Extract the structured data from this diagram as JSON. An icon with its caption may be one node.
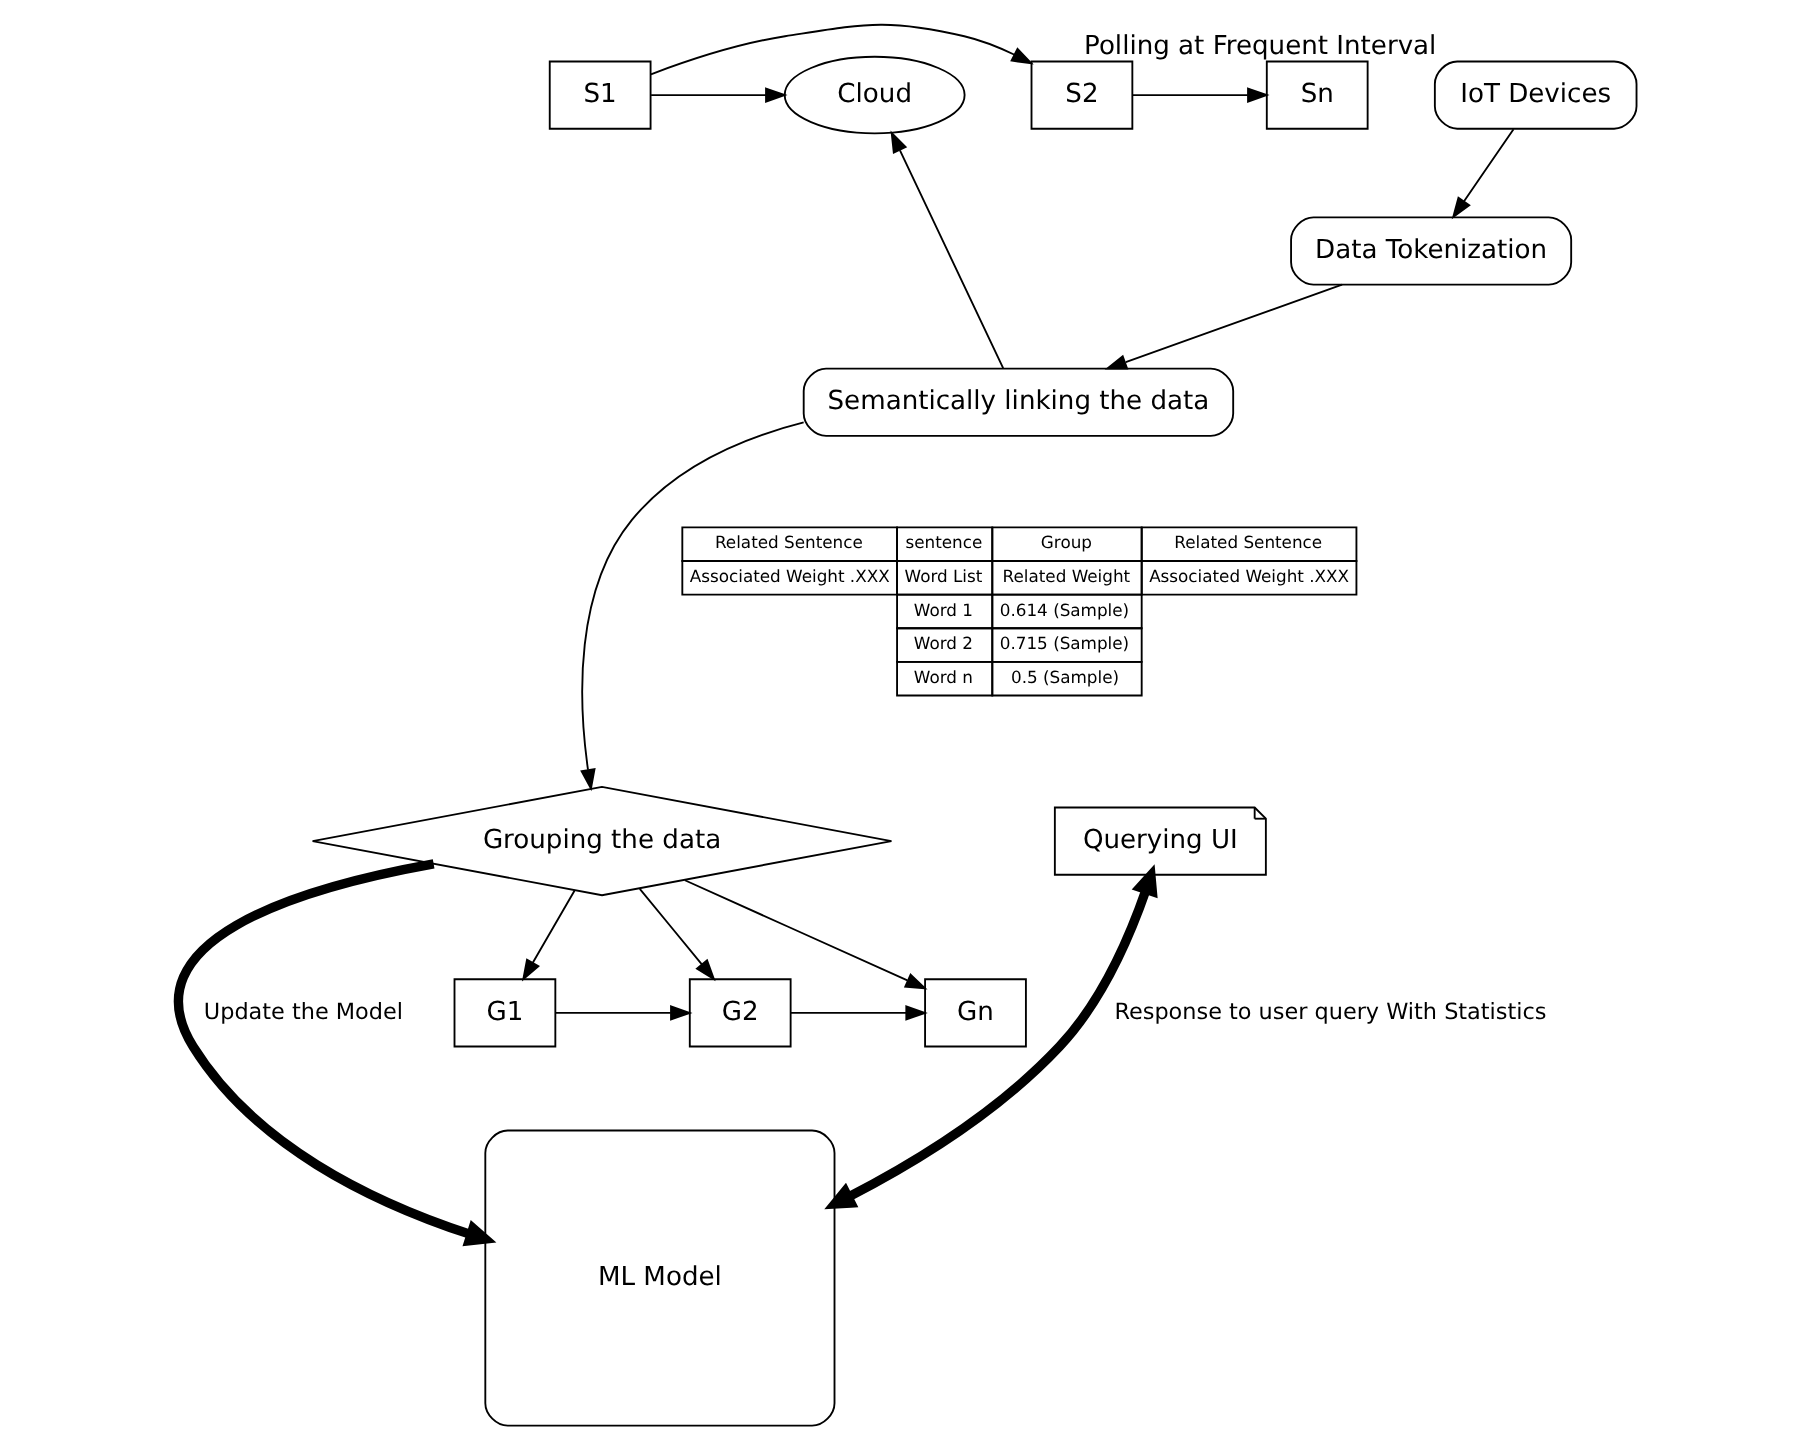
{
  "diagram": {
    "nodes": [
      {
        "text": [
          "S1"
        ]
      },
      {
        "text": [
          "S2"
        ]
      },
      {
        "text": [
          "Sn"
        ]
      },
      {
        "text": [
          "Cloud"
        ]
      },
      {
        "text": [
          "IoT Devices"
        ],
        "beside": [
          "Polling at Frequent Interval"
        ]
      },
      {
        "text": [
          "Data Tokenization"
        ]
      },
      {
        "text": [
          "Semantically linking the data"
        ]
      },
      {
        "text": [
          "Querying UI"
        ]
      },
      {
        "text": [
          "ML Model"
        ]
      },
      {
        "text": [
          "Grouping the data"
        ]
      },
      {
        "text": [
          "G1"
        ]
      },
      {
        "text": [
          "G2"
        ]
      },
      {
        "text": [
          "Gn"
        ]
      }
    ],
    "edges": [
      {
        "from": 0,
        "to": 1,
        "arrow": "to"
      },
      {
        "from": 1,
        "to": 2,
        "arrow": "to"
      },
      {
        "from": 0,
        "to": 3,
        "arrow": "to"
      },
      {
        "from": 6,
        "to": 3,
        "arrow": "to"
      },
      {
        "from": 4,
        "to": 5,
        "arrow": "to"
      },
      {
        "from": 5,
        "to": 6,
        "arrow": "to"
      },
      {
        "from": 6,
        "to": 9,
        "arrow": "to"
      },
      {
        "from": 7,
        "to": 8,
        "arrow": "both",
        "label": "Response to user query With Statistics",
        "style": "thick"
      },
      {
        "from": 9,
        "to": 8,
        "arrow": "to",
        "label": "Update the Model",
        "style": "thick"
      },
      {
        "from": 9,
        "to": 10,
        "arrow": "to"
      },
      {
        "from": 9,
        "to": 11,
        "arrow": "to"
      },
      {
        "from": 9,
        "to": 12,
        "arrow": "to"
      },
      {
        "from": 10,
        "to": 11,
        "arrow": "to"
      },
      {
        "from": 11,
        "to": 12,
        "arrow": "to"
      }
    ],
    "labels": [
      "Related Sentence",
      "sentence",
      "Group",
      "Related Sentence",
      "Associated Weight .XXX",
      "Word List",
      "Related Weight",
      "Associated Weight .XXX",
      "Word 1",
      "0.614 (Sample)",
      "Word 2",
      "0.715 (Sample)",
      "Word n",
      "0.5 (Sample)"
    ]
  }
}
